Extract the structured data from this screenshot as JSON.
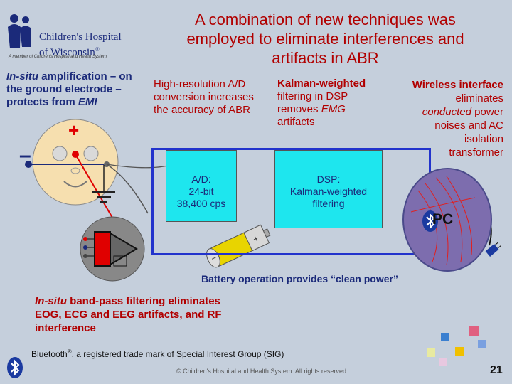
{
  "title": "A combination of new techniques was\nemployed to eliminate interferences and\nartifacts in ABR",
  "logo": {
    "name": "Children's Hospital\nof Wisconsin",
    "reg": "®",
    "tagline": "A member of Children's Hospital and Health System"
  },
  "insitu_amp": {
    "lead": "In-situ",
    "text": " amplification – on the ground electrode – protects from ",
    "emi": "EMI"
  },
  "hires": "High-resolution A/D conversion increases the accuracy of ABR",
  "kalman": {
    "title": "Kalman-weighted",
    "line2": "filtering in DSP",
    "line3a": "removes ",
    "line3b": "EMG",
    "line4": "artifacts"
  },
  "wireless": {
    "title": "Wireless interface",
    "line2": "eliminates",
    "line3a": "conducted",
    "line3b": " power",
    "line4": "noises and AC",
    "line5": "isolation",
    "line6": "transformer"
  },
  "ad_box": {
    "line1": "A/D:",
    "line2": "24-bit",
    "line3": "38,400 cps"
  },
  "dsp_box": {
    "line1": "DSP:",
    "line2": "Kalman-weighted",
    "line3": "filtering"
  },
  "pc_label": "PC",
  "plus_sign": "+",
  "minus_sign": "–",
  "battery_text": "Battery operation provides “clean power”",
  "bandpass": {
    "lead": "In-situ",
    "text": " band-pass filtering eliminates EOG, ECG and EEG artifacts, and RF interference"
  },
  "bt_note": {
    "a": "Bluetooth",
    "sup": "®",
    "b": ", a registered trade mark of Special Interest Group (SIG)"
  },
  "copyright": "© Children's Hospital and Health System. All rights reserved.",
  "page_number": "21",
  "colors": {
    "background": "#c5cfdc",
    "title": "#b10000",
    "navy": "#1b2a7a",
    "cyan_box": "#1ee6ee",
    "box_border": "#2233cc",
    "pc": "#7d6dae"
  },
  "icons": [
    "children-logo-icon",
    "head-icon",
    "electrode-icon",
    "ground-icon",
    "amplifier-icon",
    "battery-icon",
    "bluetooth-icon",
    "usb-plug-icon",
    "decorative-squares-icon"
  ]
}
